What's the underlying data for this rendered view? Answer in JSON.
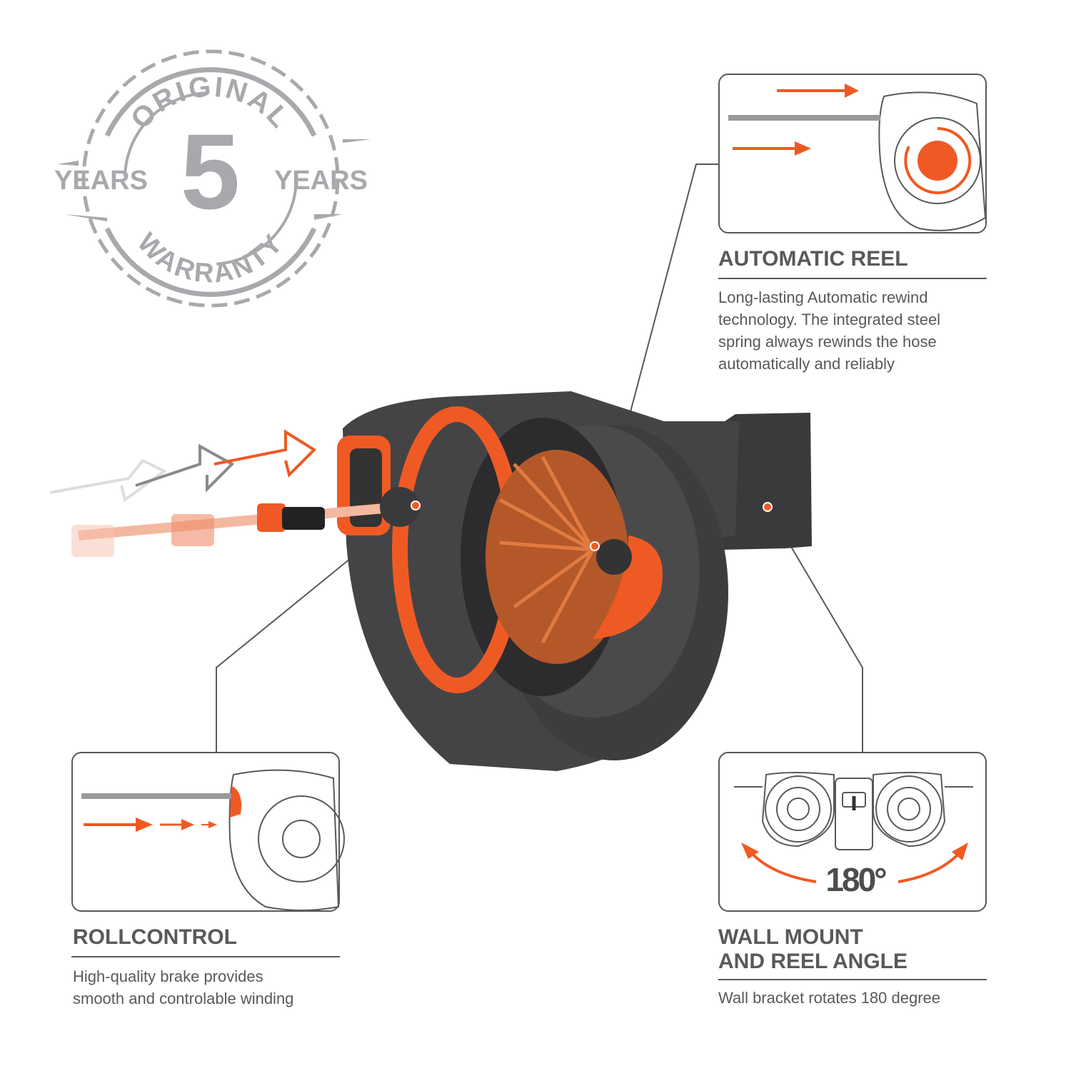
{
  "warranty_badge": {
    "top_text": "ORIGINAL",
    "number": "5",
    "left_text": "YEARS",
    "right_text": "YEARS",
    "bottom_text": "WARRANTY"
  },
  "features": [
    {
      "title": "AUTOMATIC REEL",
      "lines": [
        "Long-lasting Automatic rewind",
        "technology. The integrated steel",
        "spring always rewinds the hose",
        "automatically and reliably"
      ]
    },
    {
      "title": "ROLLCONTROL",
      "lines": [
        "High-quality brake provides",
        "smooth and controlable winding"
      ]
    },
    {
      "title_lines": [
        "WALL MOUNT",
        "AND REEL ANGLE"
      ],
      "lines": [
        "Wall bracket rotates 180 degree"
      ],
      "angle_label": "180°"
    }
  ],
  "colors": {
    "accent": "#ef5a24",
    "gray": "#58595b",
    "badge": "#a7a9ac",
    "body": "#3a3a3c"
  }
}
